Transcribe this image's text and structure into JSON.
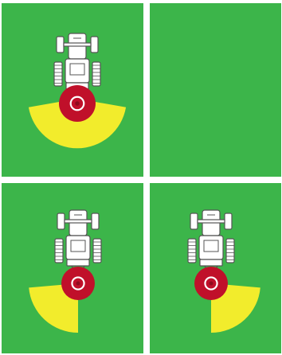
{
  "colors": {
    "background": "#ffffff",
    "field": "#3cb54a",
    "field_dark": "#37a945",
    "spread": "#f2ec2c",
    "spinner": "#c0102a",
    "spinner_dark": "#8e0b1e",
    "tractor": "#ffffff",
    "tractor_line": "#555555"
  },
  "icons": {
    "vehicle": "tractor-icon",
    "spreader": "disc-spreader-icon",
    "pattern": "spread-pattern-fan"
  },
  "panels": [
    {
      "id": "top-left",
      "has_tractor": true,
      "spread": "full"
    },
    {
      "id": "top-right",
      "has_tractor": false,
      "spread": "none"
    },
    {
      "id": "bottom-left",
      "has_tractor": true,
      "spread": "left"
    },
    {
      "id": "bottom-right",
      "has_tractor": true,
      "spread": "right"
    }
  ]
}
